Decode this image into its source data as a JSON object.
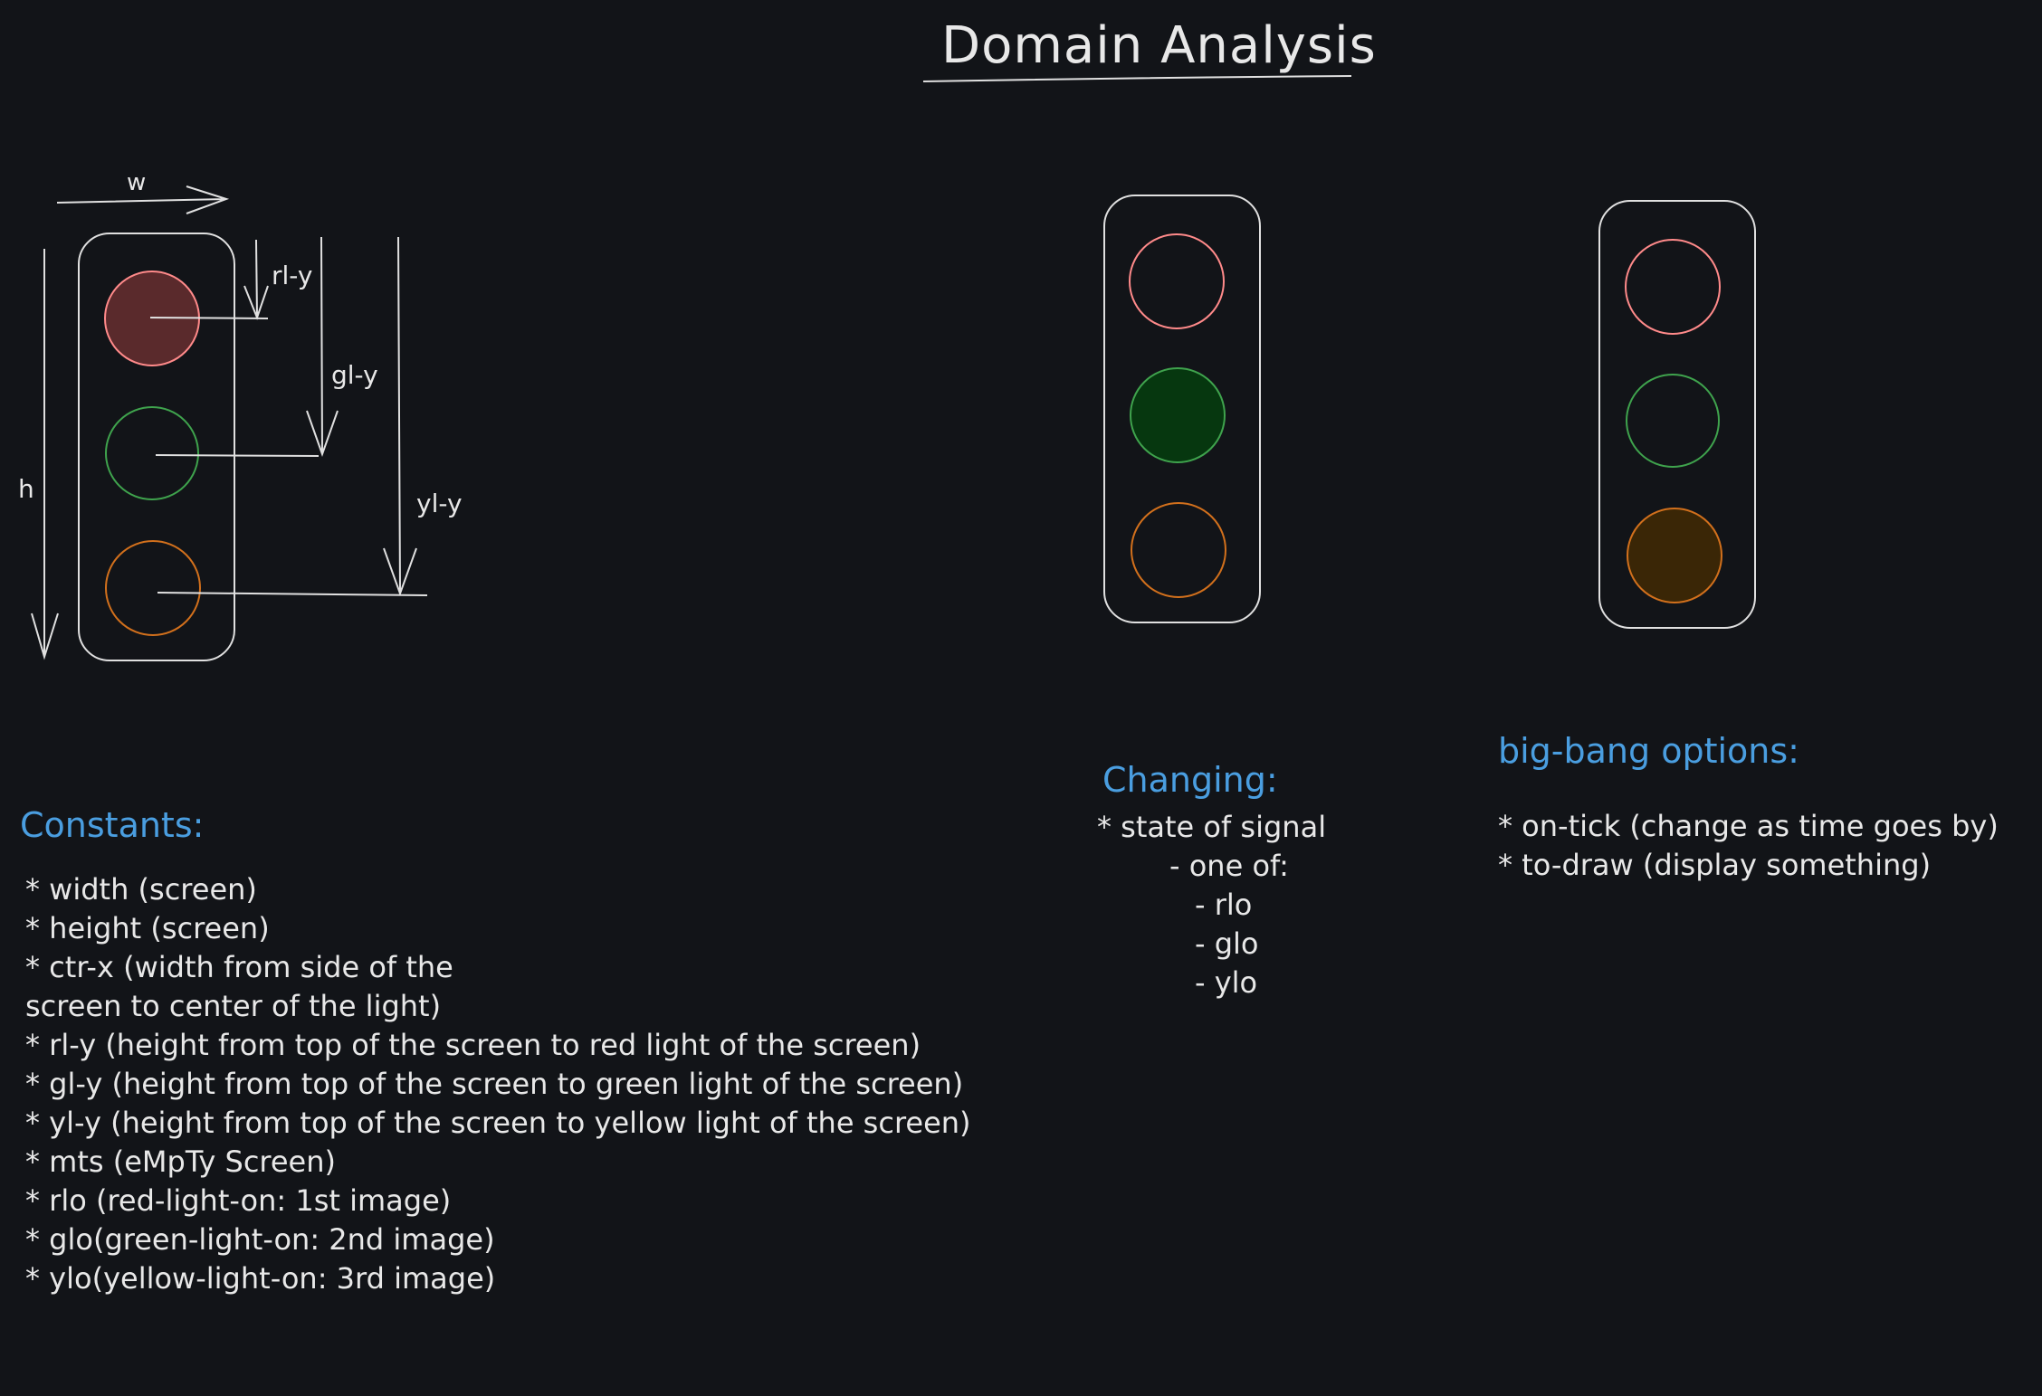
{
  "title": "Domain Analysis",
  "diagram_labels": {
    "w": "w",
    "h": "h",
    "rl_y": "rl-y",
    "gl_y": "gl-y",
    "yl_y": "yl-y"
  },
  "colors": {
    "background": "#121418",
    "stroke": "#e0e0e0",
    "red_outline": "#ff8a8a",
    "red_fill": "#5a2a2c",
    "green_outline": "#3fa34d",
    "green_fill": "#06370f",
    "yellow_outline": "#d2701c",
    "yellow_fill": "#3a2606",
    "heading": "#4a9ee0"
  },
  "constants": {
    "heading": "Constants:",
    "items": [
      "* width (screen)",
      "* height (screen)",
      "* ctr-x (width from side of the",
      "screen to center of the light)",
      "* rl-y (height from top of the screen to red light of the screen)",
      "* gl-y (height from top of the screen to green light of the screen)",
      "* yl-y (height from top of the screen to yellow light of the screen)",
      "* mts (eMpTy Screen)",
      "* rlo (red-light-on: 1st image)",
      "* glo(green-light-on: 2nd image)",
      "* ylo(yellow-light-on: 3rd image)"
    ]
  },
  "changing": {
    "heading": "Changing:",
    "item": "* state of signal",
    "sub": "- one of:",
    "options": [
      "- rlo",
      "- glo",
      "- ylo"
    ]
  },
  "bigbang": {
    "heading": "big-bang options:",
    "items": [
      "* on-tick (change as time goes by)",
      "* to-draw (display something)"
    ]
  }
}
